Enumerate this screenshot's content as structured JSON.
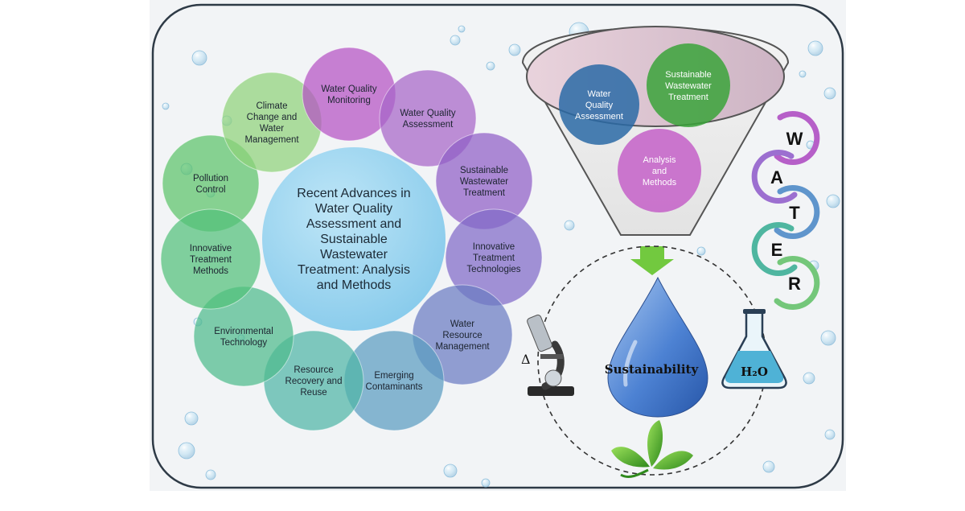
{
  "center_title": [
    "Recent Advances in",
    "Water Quality",
    "Assessment and",
    "Sustainable",
    "Wastewater",
    "Treatment: Analysis",
    "and Methods"
  ],
  "ring_topics": [
    {
      "id": "pollution-control",
      "lines": [
        "Pollution",
        "Control"
      ],
      "color": "#5cc46a"
    },
    {
      "id": "climate-change",
      "lines": [
        "Climate",
        "Change and",
        "Water",
        "Management"
      ],
      "color": "#8fd27a"
    },
    {
      "id": "water-quality-monitoring",
      "lines": [
        "Water Quality",
        "Monitoring"
      ],
      "color": "#b452c4"
    },
    {
      "id": "water-quality-assessment",
      "lines": [
        "Water Quality",
        "Assessment"
      ],
      "color": "#a665c8"
    },
    {
      "id": "sustainable-wastewater-treatment",
      "lines": [
        "Sustainable",
        "Wastewater",
        "Treatment"
      ],
      "color": "#8f5ec6"
    },
    {
      "id": "innovative-treatment-technologies",
      "lines": [
        "Innovative",
        "Treatment",
        "Technologies"
      ],
      "color": "#7f6ac8"
    },
    {
      "id": "water-resource-management",
      "lines": [
        "Water",
        "Resource",
        "Management"
      ],
      "color": "#6a7bc2"
    },
    {
      "id": "emerging-contaminants",
      "lines": [
        "Emerging",
        "Contaminants"
      ],
      "color": "#5a9cc0"
    },
    {
      "id": "resource-recovery",
      "lines": [
        "Resource",
        "Recovery and",
        "Reuse"
      ],
      "color": "#4fb6a6"
    },
    {
      "id": "environmental-technology",
      "lines": [
        "Environmental",
        "Technology"
      ],
      "color": "#4dbb8c"
    },
    {
      "id": "innovative-treatment-methods",
      "lines": [
        "Innovative",
        "Treatment",
        "Methods"
      ],
      "color": "#52c07a"
    }
  ],
  "funnel": [
    {
      "id": "water-quality-assessment",
      "lines": [
        "Water",
        "Quality",
        "Assessment"
      ],
      "color": "#2a6aa6"
    },
    {
      "id": "sustainable-wastewater-treatment",
      "lines": [
        "Sustainable",
        "Wastewater",
        "Treatment"
      ],
      "color": "#3aa33a"
    },
    {
      "id": "analysis-methods",
      "lines": [
        "Analysis",
        "and",
        "Methods"
      ],
      "color": "#c460c8"
    }
  ],
  "drop_label": "Sustainability",
  "flask_label": "H₂O",
  "microscope_label": "Δ",
  "water_letters": [
    "W",
    "A",
    "T",
    "E",
    "R"
  ],
  "colors": {
    "frame": "#2e3a46",
    "arrow": "#72c93f",
    "drop": "#4a7fd0",
    "w_arc": "#b65fc8",
    "a_arc": "#9c6fd0",
    "t_arc": "#5f95cc",
    "e_arc": "#4fb6a0",
    "r_arc": "#74c77a"
  }
}
